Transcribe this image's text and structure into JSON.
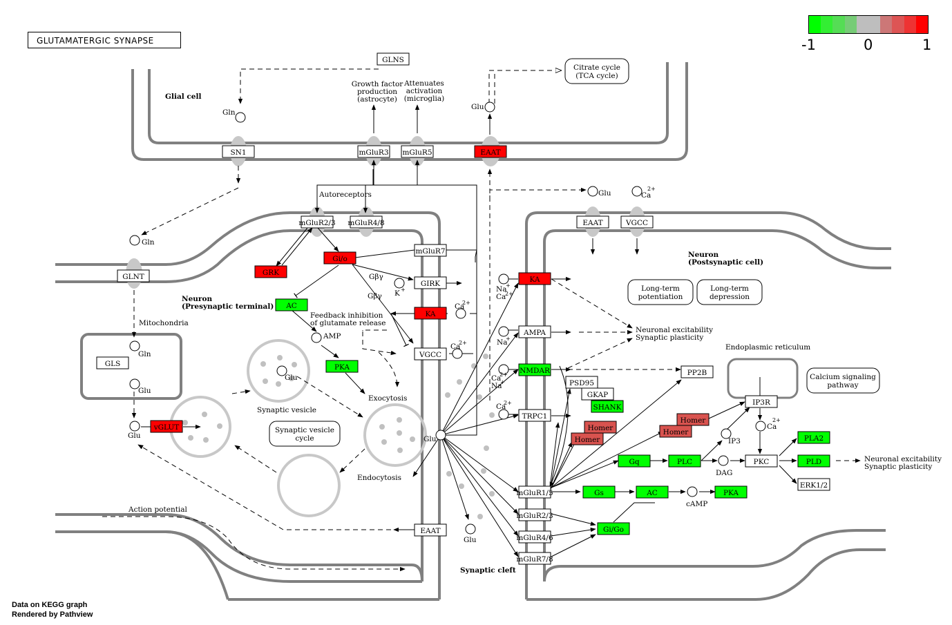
{
  "title": "GLUTAMATERGIC SYNAPSE",
  "legend": {
    "colors": [
      "#00ff00",
      "#33ee33",
      "#55dd55",
      "#77cc77",
      "#bebebe",
      "#bebebe",
      "#cc7777",
      "#dd5555",
      "#ee3333",
      "#ff0000"
    ],
    "min_label": "-1",
    "mid_label": "0",
    "max_label": "1"
  },
  "footer": {
    "line1": "Data on KEGG graph",
    "line2": "Rendered by Pathview"
  },
  "colors": {
    "red": "#ff0000",
    "red_light": "#d45a5a",
    "red_mid": "#e06060",
    "green": "#00ff00",
    "gray_membrane": "#808080",
    "gray_node": "#c8c8c8"
  },
  "regions": {
    "glial_cell": "Glial cell",
    "presynaptic_1": "Neuron",
    "presynaptic_2": "(Presynaptic terminal)",
    "postsynaptic_1": "Neuron",
    "postsynaptic_2": "(Postsynaptic cell)",
    "synaptic_cleft": "Synaptic cleft",
    "mitochondria": "Mitochondria",
    "er": "Endoplasmic reticulum"
  },
  "genes": {
    "GLNS": "GLNS",
    "SN1": "SN1",
    "mGluR3": "mGluR3",
    "mGluR5_glial": "mGluR5",
    "EAAT_glial": "EAAT",
    "mGluR23_pre": "mGluR2/3",
    "mGluR48": "mGluR4/8",
    "GRK": "GRK",
    "Gio_pre": "Gi/o",
    "mGluR7": "mGluR7",
    "GIRK": "GIRK",
    "KA_pre": "KA",
    "VGCC_pre": "VGCC",
    "AC_pre": "AC",
    "PKA_pre": "PKA",
    "GLNT": "GLNT",
    "GLS": "GLS",
    "vGLUT": "vGLUT",
    "EAAT_pre": "EAAT",
    "EAAT_post": "EAAT",
    "VGCC_post": "VGCC",
    "KA_post": "KA",
    "AMPA": "AMPA",
    "NMDAR": "NMDAR",
    "PSD95": "PSD95",
    "GKAP": "GKAP",
    "SHANK": "SHANK",
    "Homer1": "Homer",
    "Homer2": "Homer",
    "Homer3": "Homer",
    "Homer4": "Homer",
    "TRPC1": "TRPC1",
    "mGluR15": "mGluR1/5",
    "mGluR23_post": "mGluR2/3",
    "mGluR46": "mGluR4/6",
    "mGluR78": "mGluR7/8",
    "PP2B": "PP2B",
    "IP3R": "IP3R",
    "Gq": "Gq",
    "PLC": "PLC",
    "PKC": "PKC",
    "PLA2": "PLA2",
    "PLD": "PLD",
    "ERK12": "ERK1/2",
    "Gs": "Gs",
    "AC_post": "AC",
    "PKA_post": "PKA",
    "Gio_post": "Gi/Go"
  },
  "compounds": {
    "Gln": "Gln",
    "Glu": "Glu",
    "AMP": "AMP",
    "cAMP": "cAMP",
    "IP3": "IP3",
    "DAG": "DAG",
    "Ca": "Ca",
    "Ca2": "2+",
    "Na": "Na",
    "Naplus": "+",
    "K": "K",
    "Kplus": "+"
  },
  "maps": {
    "citrate_1": "Citrate cycle",
    "citrate_2": "(TCA cycle)",
    "ltp_1": "Long-term",
    "ltp_2": "potentiation",
    "ltd_1": "Long-term",
    "ltd_2": "depression",
    "calcium_1": "Calcium signaling",
    "calcium_2": "pathway",
    "svc_1": "Synaptic vesicle",
    "svc_2": "cycle"
  },
  "labels": {
    "growth_1": "Growth factor",
    "growth_2": "production",
    "growth_3": "(astrocyte)",
    "atten_1": "Attenuates",
    "atten_2": "activation",
    "atten_3": "(microglia)",
    "autoreceptors": "Autoreceptors",
    "gby1": "Gβγ",
    "gby2": "Gβγ",
    "feedback_1": "Feedback inhibition",
    "feedback_2": "of glutamate release",
    "exocytosis": "Exocytosis",
    "endocytosis": "Endocytosis",
    "synaptic_vesicle": "Synaptic vesicle",
    "action_potential": "Action potential",
    "neuronal_1": "Neuronal excitability",
    "neuronal_2": "Synaptic plasticity",
    "neuronal_3": "Neuronal excitability",
    "neuronal_4": "Synaptic plasticity"
  }
}
